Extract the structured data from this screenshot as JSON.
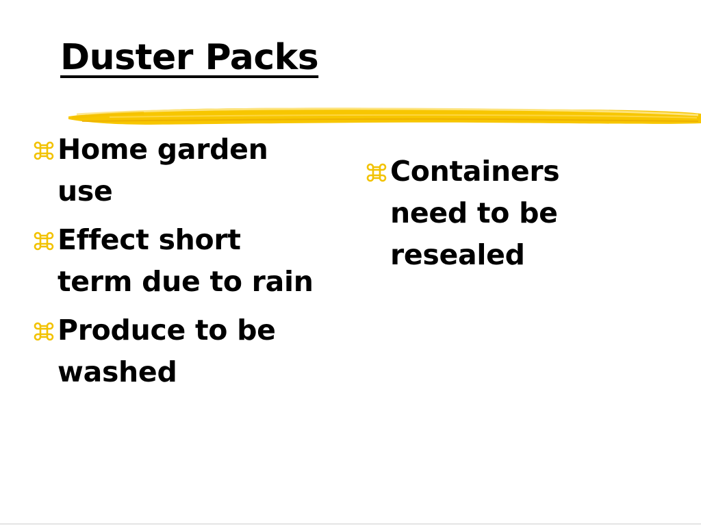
{
  "slide": {
    "title": "Duster Packs",
    "accent_color": "#f5c400",
    "bullet_icon": "command-key-icon",
    "left_column": [
      {
        "text": "Home garden use"
      },
      {
        "text": "Effect short term due to rain"
      },
      {
        "text": "Produce to be washed"
      }
    ],
    "right_column": [
      {
        "text": "Containers need to be resealed"
      }
    ]
  }
}
